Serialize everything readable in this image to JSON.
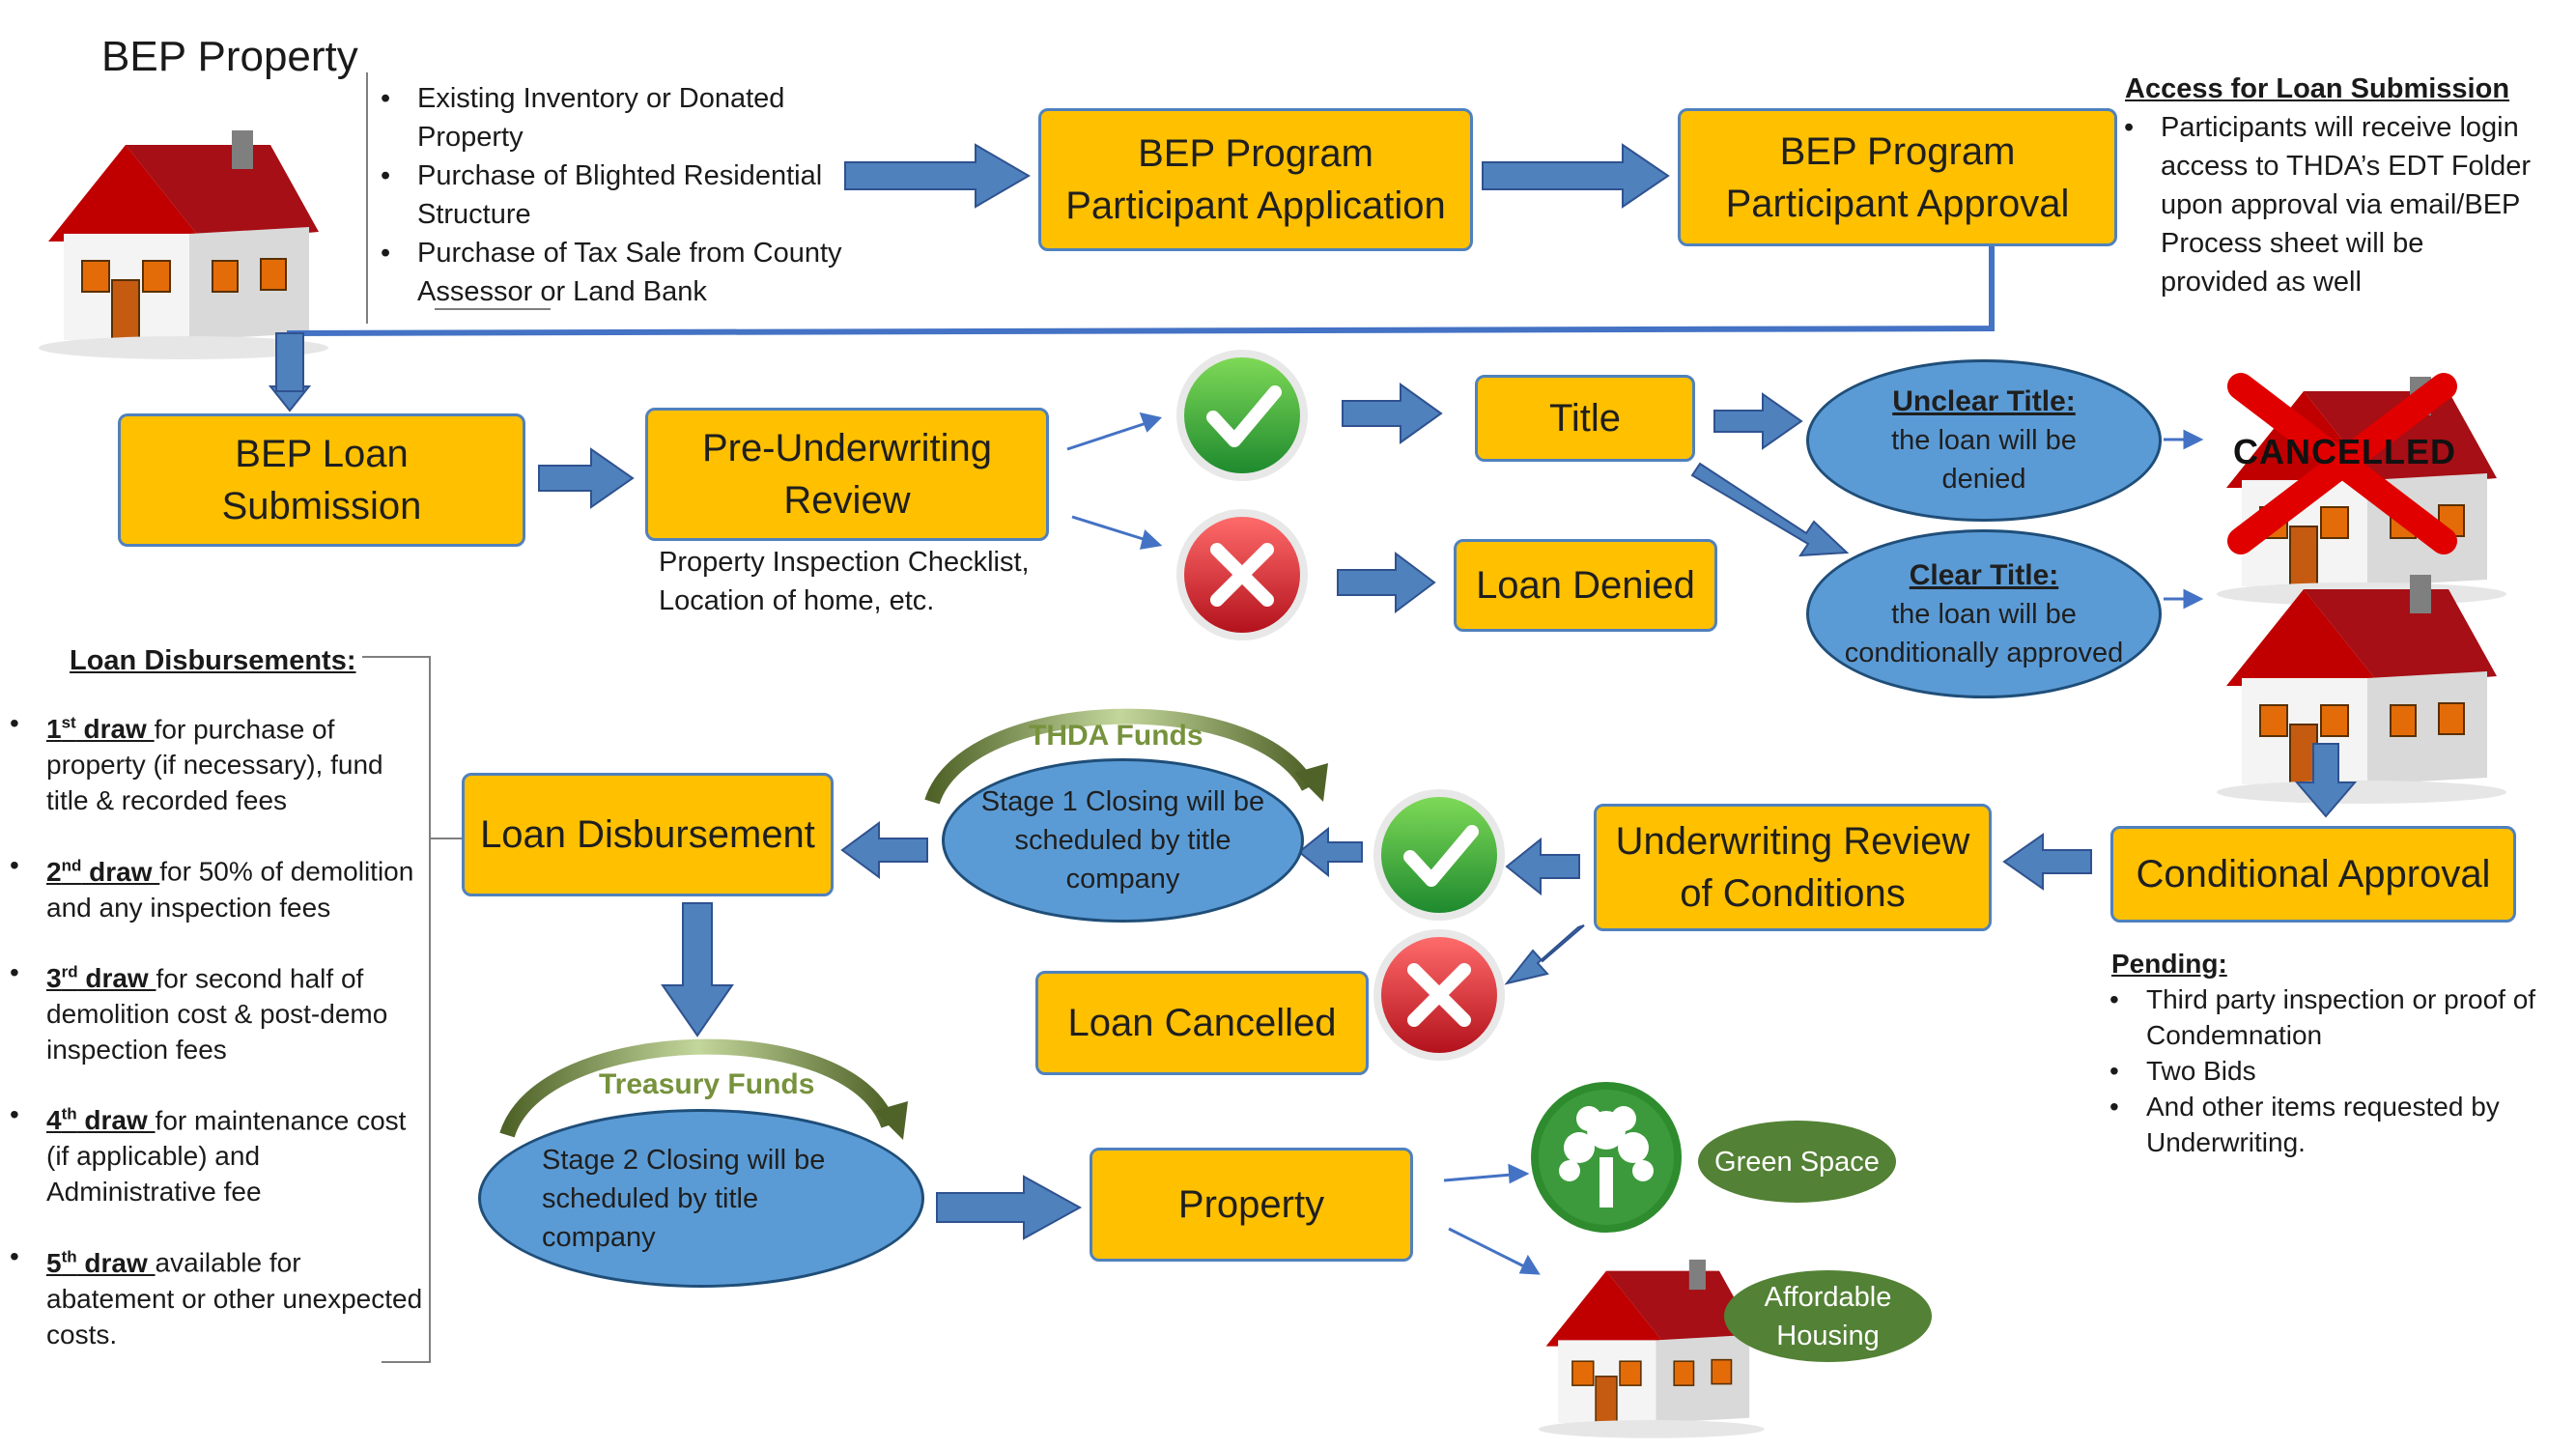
{
  "top": {
    "title": "BEP Property",
    "sources": [
      "Existing Inventory or Donated Property",
      "Purchase of Blighted Residential Structure",
      "Purchase of Tax Sale from County Assessor or Land Bank"
    ],
    "application": "BEP Program Participant Application",
    "approval": "BEP Program Participant Approval",
    "access_title": "Access for Loan Submission",
    "access_text": "Participants will receive login access to THDA’s EDT Folder upon approval via email/BEP Process sheet will be provided as well"
  },
  "row2": {
    "loan_submission": "BEP Loan Submission",
    "pre_underwriting": "Pre-Underwriting Review",
    "pre_note": "Property Inspection Checklist, Location of home, etc.",
    "title": "Title",
    "loan_denied": "Loan Denied",
    "unclear_title": "Unclear Title:",
    "unclear_text": "the loan will be denied",
    "clear_title": "Clear Title:",
    "clear_text": "the loan will be conditionally approved",
    "cancelled_stamp": "CANCELLED"
  },
  "row3": {
    "conditional_approval": "Conditional Approval",
    "pending_title": "Pending:",
    "pending_items": [
      "Third party inspection or proof of Condemnation",
      "Two Bids",
      "And other items requested by Underwriting."
    ],
    "underwriting_review": "Underwriting Review of Conditions",
    "loan_cancelled": "Loan Cancelled",
    "thda_funds": "THDA Funds",
    "stage1": "Stage 1 Closing will be scheduled by title company",
    "loan_disbursement": "Loan Disbursement"
  },
  "disbursements": {
    "title": "Loan Disbursements:",
    "draws": [
      {
        "num": "1",
        "sup": "st",
        "label": " draw ",
        "text": "for purchase of property (if necessary), fund title & recorded fees"
      },
      {
        "num": "2",
        "sup": "nd",
        "label": " draw ",
        "text": "for 50% of demolition and any inspection fees"
      },
      {
        "num": "3",
        "sup": "rd",
        "label": " draw ",
        "text": "for second half of demolition cost & post-demo inspection fees"
      },
      {
        "num": "4",
        "sup": "th",
        "label": " draw ",
        "text": "for maintenance cost (if applicable) and Administrative fee"
      },
      {
        "num": "5",
        "sup": "th",
        "label": " draw ",
        "text": " available for abatement or other unexpected costs."
      }
    ]
  },
  "row4": {
    "treasury_funds": "Treasury Funds",
    "stage2": "Stage 2 Closing will be scheduled by title company",
    "property": "Property",
    "green_space": "Green Space",
    "affordable_housing": "Affordable Housing"
  },
  "colors": {
    "box_fill": "#FFC000",
    "box_border": "#4F81BD",
    "ellipse_fill": "#5B9BD5",
    "arrow": "#4472C4",
    "green": "#538135",
    "check": "#3CB043",
    "cross": "#D9232E"
  }
}
